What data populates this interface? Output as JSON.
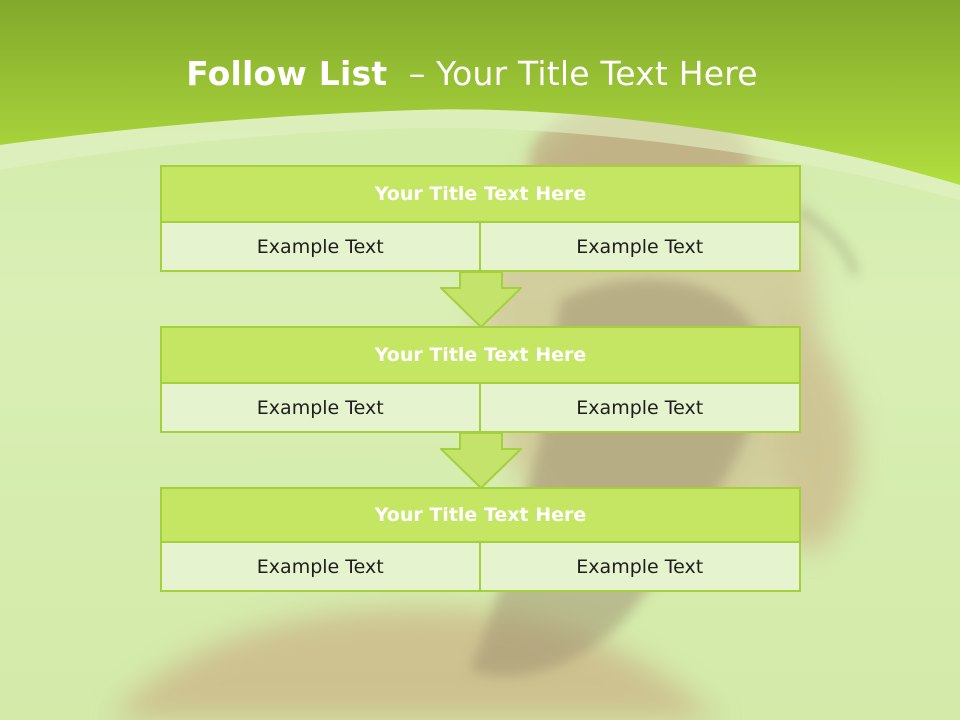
{
  "slide": {
    "title_bold": "Follow List",
    "title_rest": "– Your Title Text Here"
  },
  "blocks": [
    {
      "title": "Your Title Text Here",
      "cells": [
        "Example Text",
        "Example Text"
      ]
    },
    {
      "title": "Your Title Text Here",
      "cells": [
        "Example Text",
        "Example Text"
      ]
    },
    {
      "title": "Your Title Text Here",
      "cells": [
        "Example Text",
        "Example Text"
      ]
    }
  ],
  "colors": {
    "header_green": "#a8d63b",
    "block_title_fill": "#c5e663",
    "block_border": "#a5cf3d",
    "cell_fill": "#e6f3cf",
    "arrow_fill": "#c3e36a"
  }
}
